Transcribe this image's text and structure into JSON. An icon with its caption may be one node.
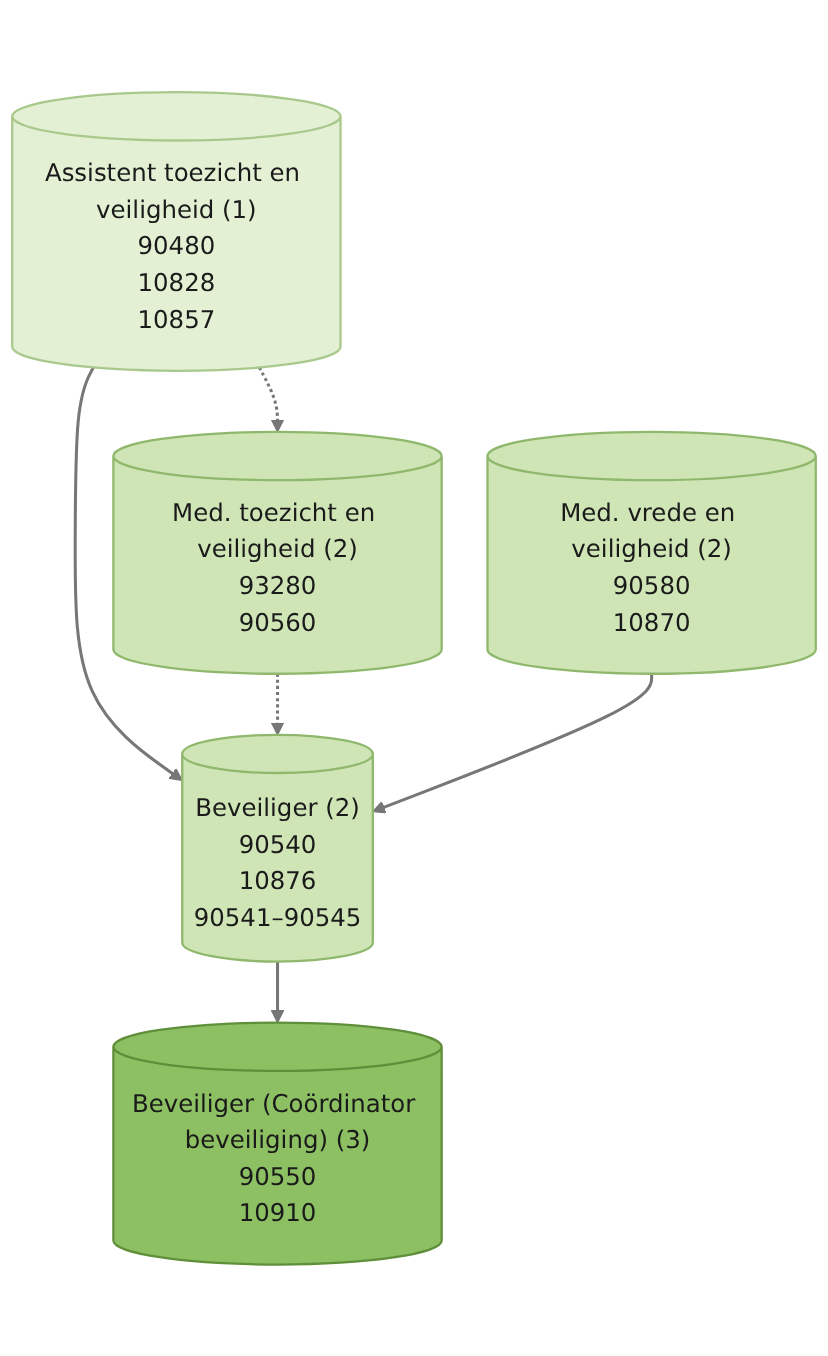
{
  "diagram": {
    "nodes": [
      {
        "text": [
          "Beveiliger (Coördinator beveiliging) (3)",
          "90550",
          "10910"
        ]
      },
      {
        "text": [
          "Assistent toezicht en veiligheid (1)",
          "90480",
          "10828",
          "10857"
        ]
      },
      {
        "text": [
          "Med. toezicht en veiligheid (2)",
          "93280",
          "90560"
        ]
      },
      {
        "text": [
          "Beveiliger (2)",
          "90540",
          "10876",
          "90541–90545"
        ]
      },
      {
        "text": [
          "Med. vrede en veiligheid (2)",
          "90580",
          "10870"
        ]
      }
    ],
    "edges": [
      {
        "from": 3,
        "to": 0,
        "arrow": "to"
      },
      {
        "from": 1,
        "to": 3,
        "arrow": "to"
      },
      {
        "from": 1,
        "to": 2,
        "arrow": "to",
        "style": "dashed"
      },
      {
        "from": 2,
        "to": 3,
        "arrow": "to",
        "style": "dashed"
      },
      {
        "from": 4,
        "to": 3,
        "arrow": "to"
      }
    ]
  }
}
